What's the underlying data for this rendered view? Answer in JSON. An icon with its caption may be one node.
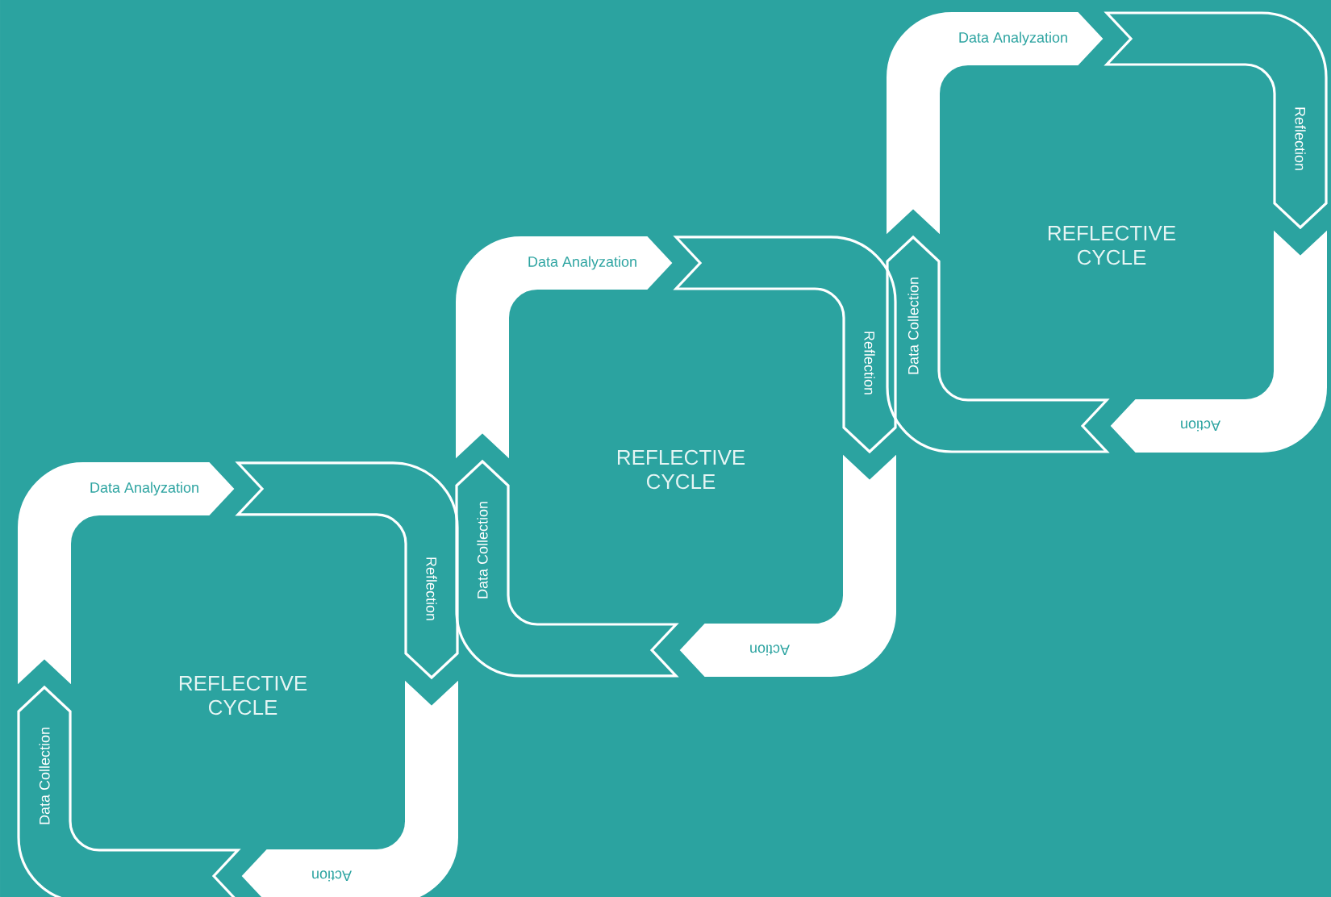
{
  "diagram": {
    "nodes": [
      {
        "text": [
          "Data Analyzation"
        ]
      },
      {
        "text": [
          "Reflection"
        ]
      },
      {
        "text": [
          "Action"
        ]
      },
      {
        "text": [
          "Data Collection"
        ]
      },
      {
        "text": [
          "Data Analyzation"
        ]
      },
      {
        "text": [
          "Reflection"
        ]
      },
      {
        "text": [
          "Action"
        ]
      },
      {
        "text": [
          "Data Collection"
        ]
      },
      {
        "text": [
          "Data Analyzation"
        ]
      },
      {
        "text": [
          "Reflection"
        ]
      },
      {
        "text": [
          "Action"
        ]
      },
      {
        "text": [
          "Data Collection"
        ]
      }
    ],
    "labels": [
      "REFLECTIVE CYCLE",
      "REFLECTIVE CYCLE",
      "REFLECTIVE CYCLE"
    ]
  }
}
